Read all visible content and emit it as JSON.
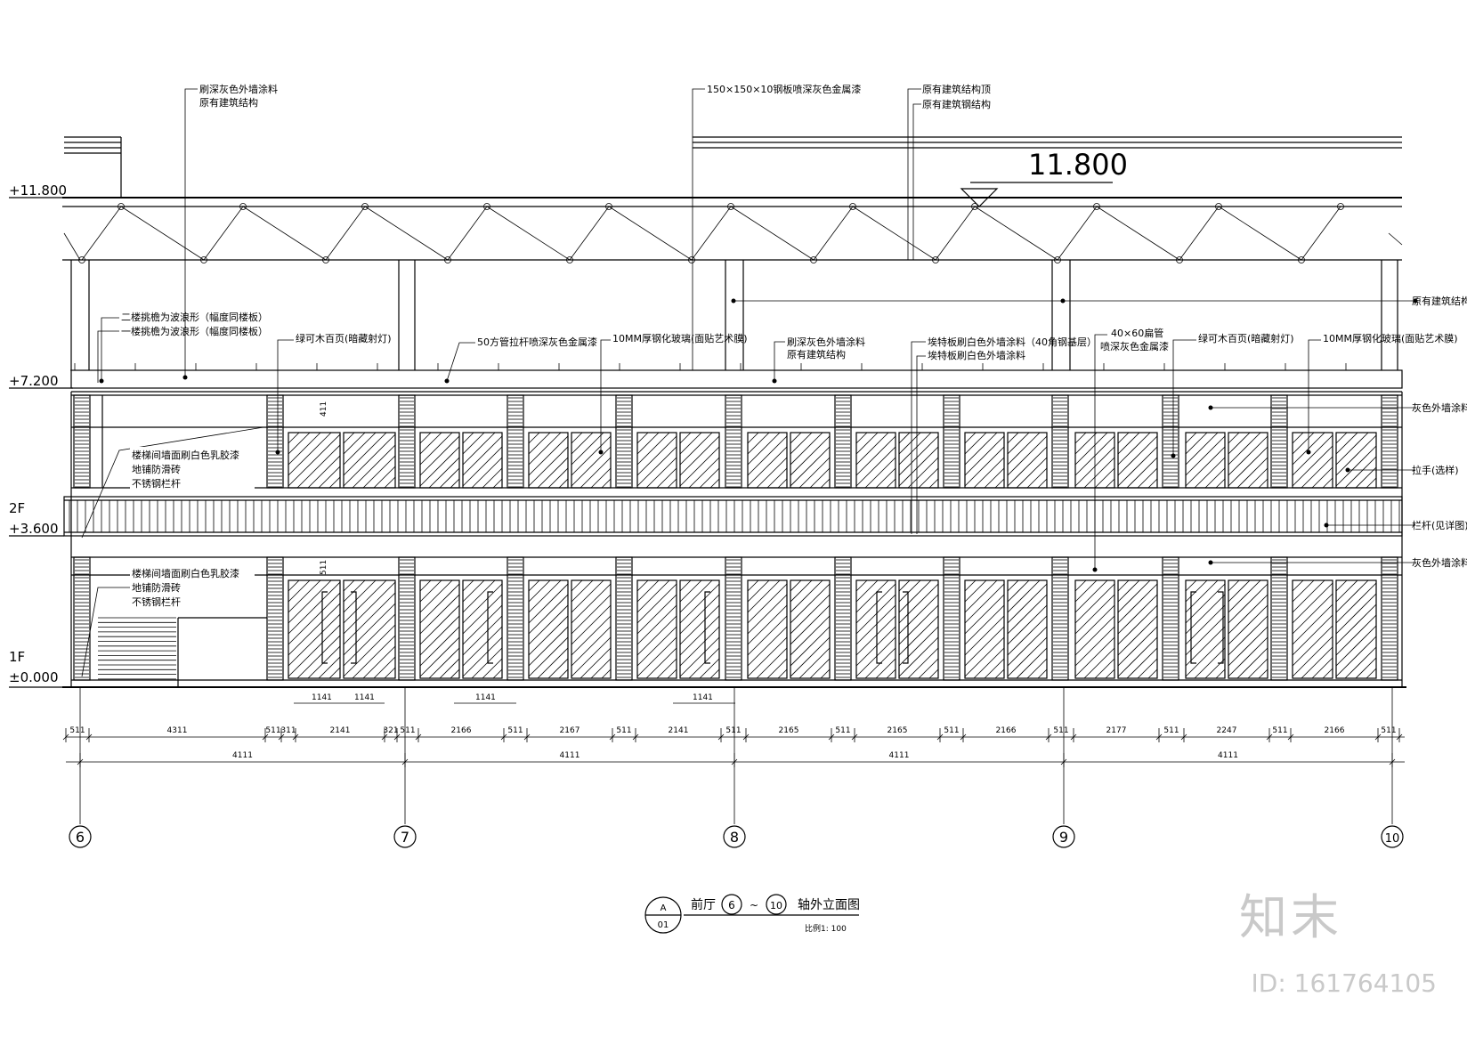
{
  "levels": {
    "roof": "+11.800",
    "roof_big": "11.800",
    "floor3": "+7.200",
    "floor2_name": "2F",
    "floor2": "+3.600",
    "floor1_name": "1F",
    "floor1": "±0.000"
  },
  "top_notes": {
    "left_1": "刷深灰色外墙涂料",
    "left_2": "原有建筑结构",
    "mid": "150×150×10钢板喷深灰色金属漆",
    "right_1": "原有建筑结构顶",
    "right_2": "原有建筑钢结构"
  },
  "mid_notes": {
    "slab_1": "二楼挑檐为波浪形（幅度同楼板）",
    "slab_2": "一楼挑檐为波浪形（幅度同楼板）",
    "louver_a": "绿可木百页(暗藏射灯)",
    "tube": "50方管拉杆喷深灰色金属漆",
    "glass_a": "10MM厚钢化玻璃(面贴艺术膜)",
    "paint_1": "刷深灰色外墙涂料",
    "paint_2": "原有建筑结构",
    "board_1": "埃特板刷白色外墙涂料（40角钢基层）",
    "board_2": "埃特板刷白色外墙涂料",
    "tube2_1": "40×60扁管",
    "tube2_2": "喷深灰色金属漆",
    "louver_b": "绿可木百页(暗藏射灯)",
    "glass_b": "10MM厚钢化玻璃(面贴艺术膜)"
  },
  "right_notes": {
    "existing": "原有建筑结构",
    "grey_upper": "灰色外墙涂料",
    "handle": "拉手(选样)",
    "railing": "栏杆(见详图)",
    "grey_lower": "灰色外墙涂料"
  },
  "stair_notes": {
    "upper": [
      "楼梯间墙面刷白色乳胶漆",
      "地铺防滑砖",
      "不锈钢栏杆"
    ],
    "lower": [
      "楼梯间墙面刷白色乳胶漆",
      "地铺防滑砖",
      "不锈钢栏杆"
    ]
  },
  "vertical_dims": {
    "upper": "411",
    "lower": "511"
  },
  "door_dims": [
    "1141",
    "1141",
    "1141",
    "1141"
  ],
  "dim_row_1": [
    "511",
    "4311",
    "511",
    "311",
    "2141",
    "321",
    "511",
    "2166",
    "511",
    "2167",
    "511",
    "2141",
    "511",
    "2165",
    "511",
    "2165",
    "511",
    "2166",
    "511",
    "2177",
    "511",
    "2247",
    "511",
    "2166",
    "511"
  ],
  "dim_row_2": [
    "4111",
    "4111",
    "4111",
    "4111"
  ],
  "axes": [
    "6",
    "7",
    "8",
    "9",
    "10"
  ],
  "title": {
    "ref_letter": "A",
    "ref_sheet": "01",
    "pre": "前厅",
    "ax1": "6",
    "tilde": "~",
    "ax2": "10",
    "post": "轴外立面图",
    "scale": "比例1: 100"
  },
  "watermark": {
    "logo": "知末",
    "id": "ID: 161764105"
  }
}
